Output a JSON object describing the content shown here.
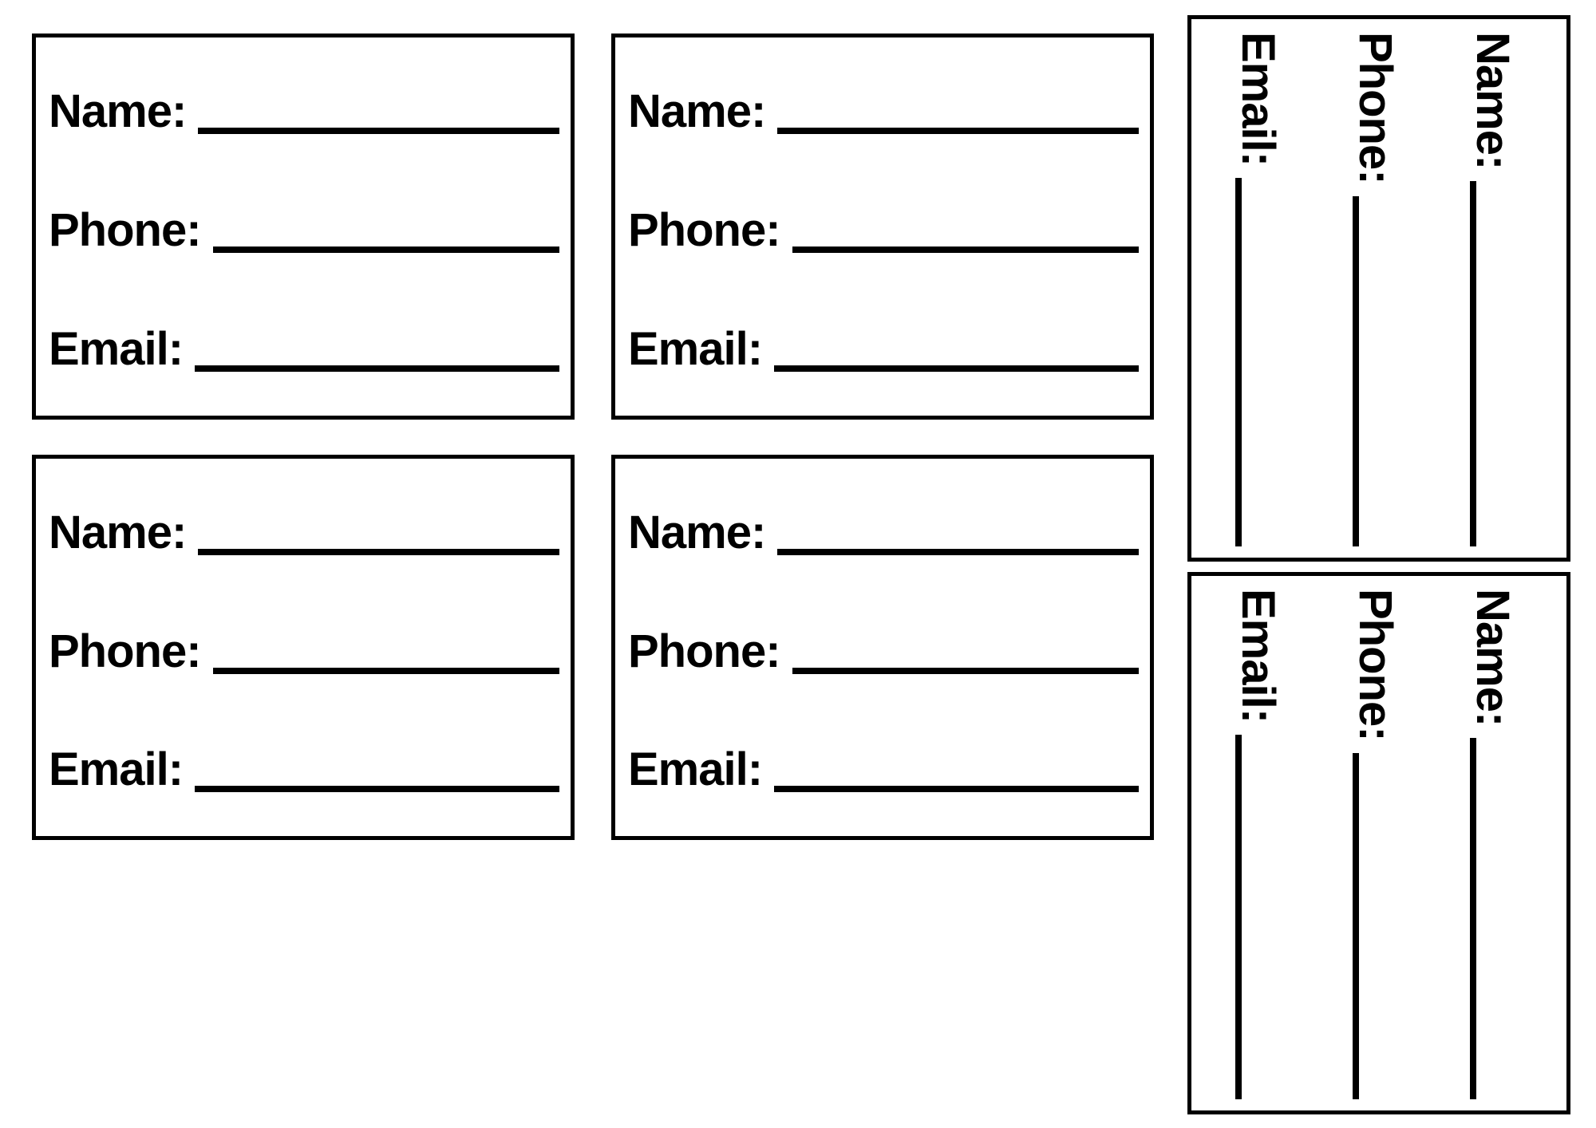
{
  "document": {
    "type": "printable-contact-info-template",
    "background_color": "#ffffff",
    "ink_color": "#000000",
    "cards": [
      {
        "orientation": "horizontal",
        "fields": [
          {
            "label": "Name:",
            "value": ""
          },
          {
            "label": "Phone:",
            "value": ""
          },
          {
            "label": "Email:",
            "value": ""
          }
        ]
      },
      {
        "orientation": "horizontal",
        "fields": [
          {
            "label": "Name:",
            "value": ""
          },
          {
            "label": "Phone:",
            "value": ""
          },
          {
            "label": "Email:",
            "value": ""
          }
        ]
      },
      {
        "orientation": "horizontal",
        "fields": [
          {
            "label": "Name:",
            "value": ""
          },
          {
            "label": "Phone:",
            "value": ""
          },
          {
            "label": "Email:",
            "value": ""
          }
        ]
      },
      {
        "orientation": "horizontal",
        "fields": [
          {
            "label": "Name:",
            "value": ""
          },
          {
            "label": "Phone:",
            "value": ""
          },
          {
            "label": "Email:",
            "value": ""
          }
        ]
      },
      {
        "orientation": "rotated-90-clockwise",
        "fields": [
          {
            "label": "Name:",
            "value": ""
          },
          {
            "label": "Phone:",
            "value": ""
          },
          {
            "label": "Email:",
            "value": ""
          }
        ]
      },
      {
        "orientation": "rotated-90-clockwise",
        "fields": [
          {
            "label": "Name:",
            "value": ""
          },
          {
            "label": "Phone:",
            "value": ""
          },
          {
            "label": "Email:",
            "value": ""
          }
        ]
      }
    ]
  }
}
